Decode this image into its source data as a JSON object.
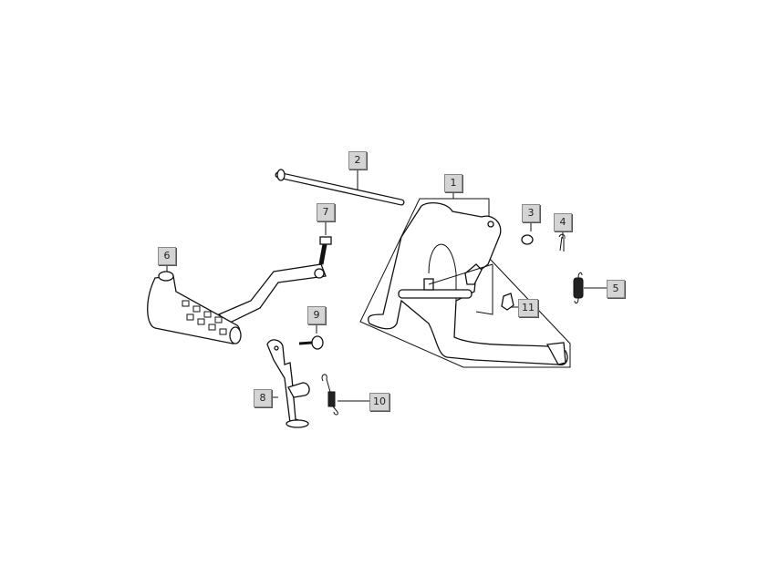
{
  "callouts": [
    {
      "number": "1"
    },
    {
      "number": "2"
    },
    {
      "number": "3"
    },
    {
      "number": "4"
    },
    {
      "number": "5"
    },
    {
      "number": "6"
    },
    {
      "number": "7"
    },
    {
      "number": "8"
    },
    {
      "number": "9"
    },
    {
      "number": "10"
    },
    {
      "number": "11"
    }
  ]
}
